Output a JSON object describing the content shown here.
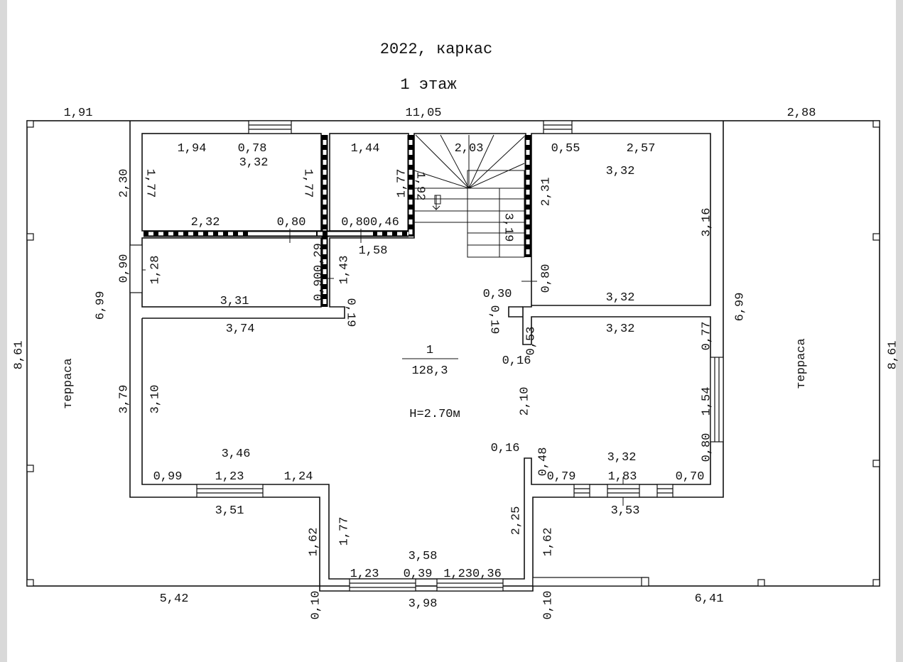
{
  "plan": {
    "title": "2022, каркас",
    "floor": "1 этаж",
    "room_number": "1",
    "room_area": "128,3",
    "ceiling_height": "H=2.70м",
    "terrace_left": "терраса",
    "terrace_right": "терраса"
  },
  "labels": [
    "1,91",
    "11,05",
    "2,88",
    "1,94",
    "0,78",
    "3,32",
    "1,44",
    "2,03",
    "0,55",
    "2,57",
    "3,32",
    "2,32",
    "0,80",
    "0,800,46",
    "1,58",
    "3,31",
    "0,30",
    "3,32",
    "3,74",
    "3,32",
    "0,16",
    "3,46",
    "0,16",
    "3,32",
    "0,99",
    "1,23",
    "1,24",
    "0,79",
    "1,83",
    "0,70",
    "3,51",
    "3,53",
    "3,58",
    "1,23",
    "0,39",
    "1,230,36",
    "3,98",
    "5,42",
    "6,41",
    "2,30",
    "1,77",
    "1,77",
    "1,77",
    "1,92",
    "3,19",
    "2,31",
    "3,16",
    "0,90",
    "1,28",
    "0,900,29",
    "1,43",
    "6,99",
    "0,19",
    "0,19",
    "0,80",
    "0,53",
    "0,77",
    "6,99",
    "8,61",
    "8,61",
    "3,79",
    "3,10",
    "2,10",
    "1,54",
    "0,80",
    "0,48",
    "1,62",
    "1,77",
    "2,25",
    "1,62",
    "0,10",
    "0,10"
  ]
}
